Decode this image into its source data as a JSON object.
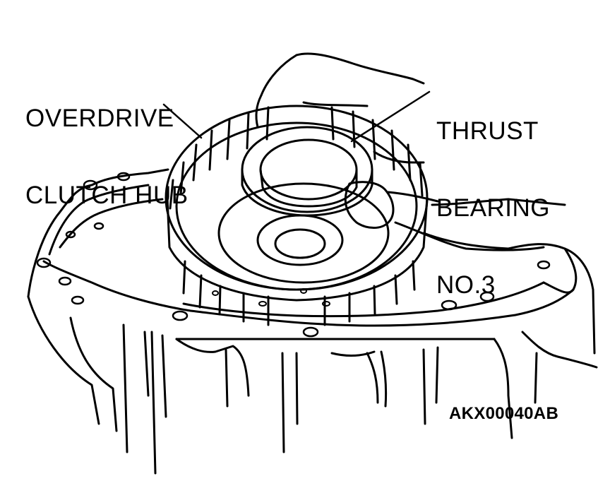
{
  "labels": {
    "overdrive_clutch_hub": [
      "OVERDRIVE",
      "CLUTCH HUB"
    ],
    "thrust_bearing": [
      "THRUST",
      "BEARING",
      "NO.3"
    ]
  },
  "figure_code": "AKX00040AB",
  "colors": {
    "ink": "#000000",
    "paper": "#ffffff"
  }
}
